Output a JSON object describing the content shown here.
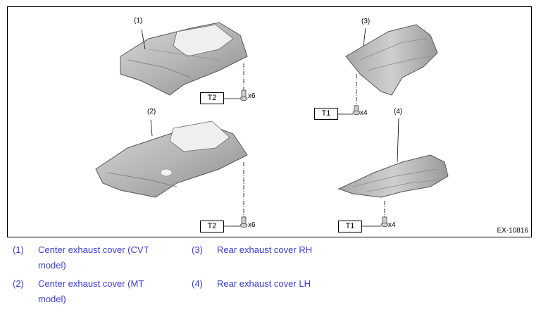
{
  "diagram": {
    "figure_id": "EX-10816",
    "callouts": [
      "(1)",
      "(2)",
      "(3)",
      "(4)"
    ],
    "torque_boxes": [
      "T2",
      "T2",
      "T1",
      "T1"
    ],
    "quantities": [
      "x6",
      "x6",
      "x4",
      "x4"
    ]
  },
  "legend": {
    "items": [
      {
        "num": "(1)",
        "line1": "Center exhaust cover (CVT",
        "line2": "model)"
      },
      {
        "num": "(2)",
        "line1": "Center exhaust cover (MT",
        "line2": "model)"
      },
      {
        "num": "(3)",
        "line1": "Rear exhaust cover RH",
        "line2": ""
      },
      {
        "num": "(4)",
        "line1": "Rear exhaust cover LH",
        "line2": ""
      }
    ]
  }
}
